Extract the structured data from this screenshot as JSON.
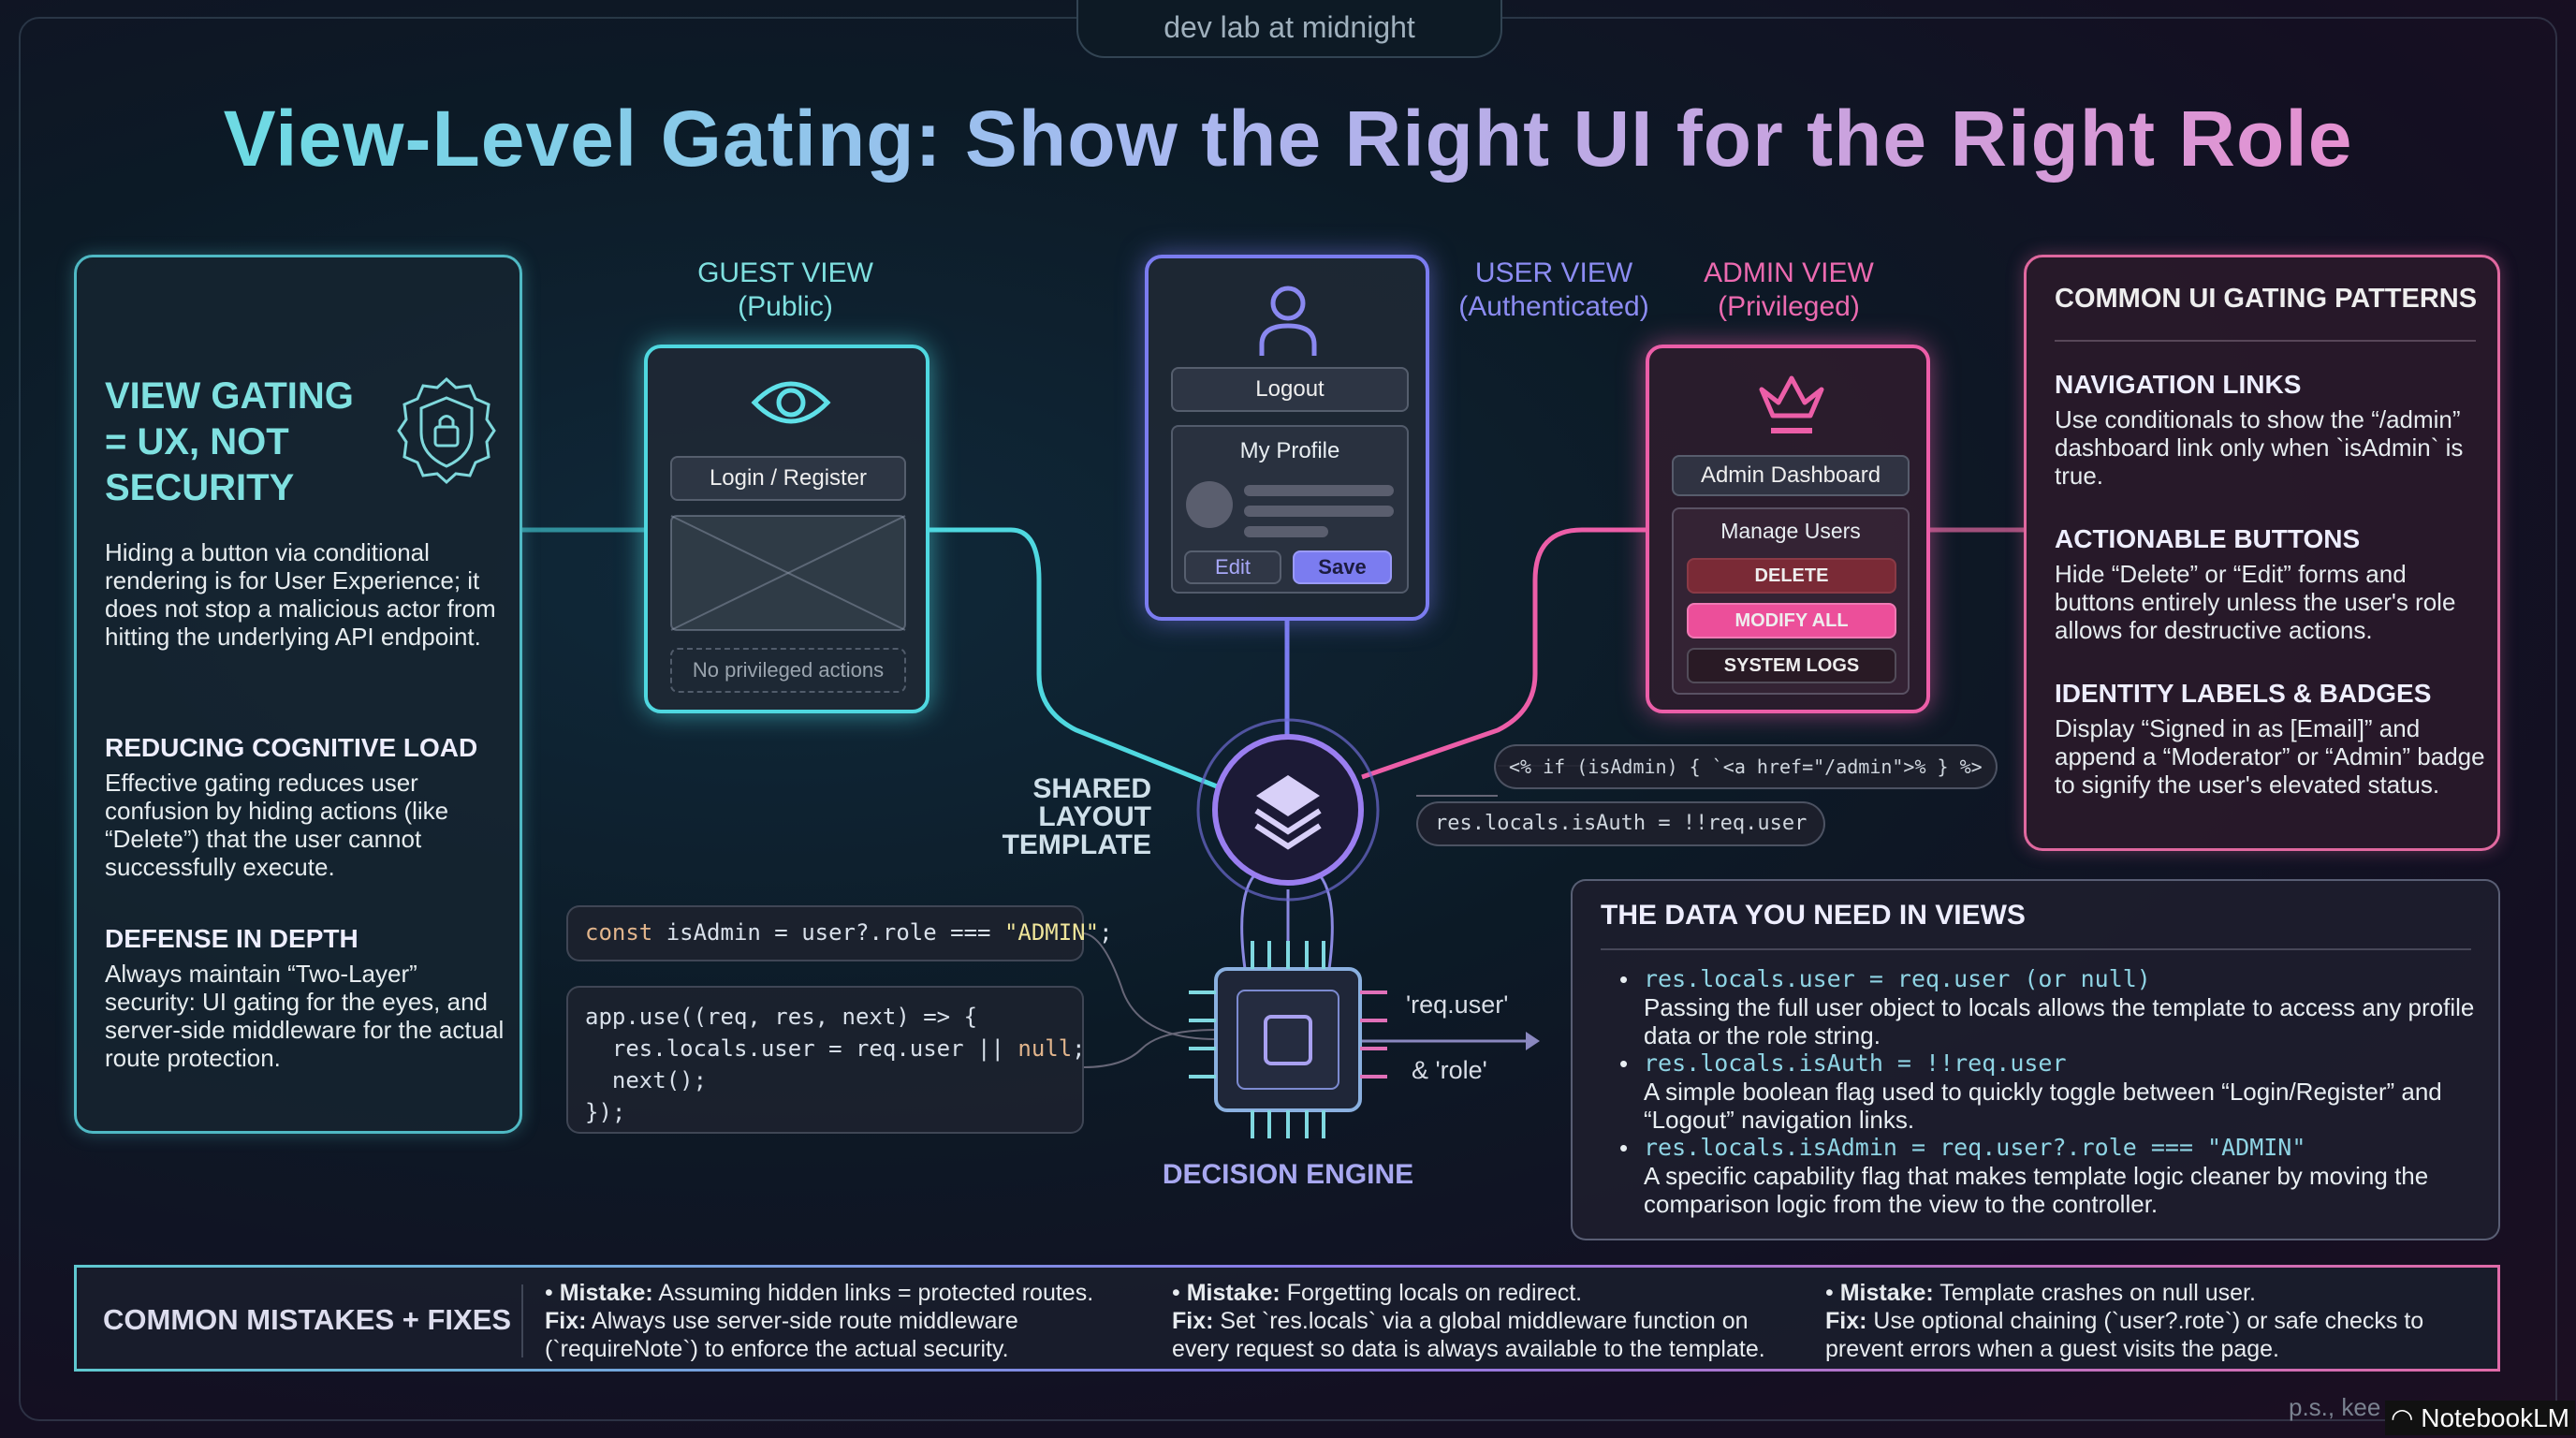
{
  "header": {
    "tab": "dev lab at midnight",
    "title": "View-Level Gating: Show the Right UI for the Right Role"
  },
  "left_panel": {
    "heading": "VIEW GATING = UX, NOT SECURITY",
    "intro": "Hiding a button via conditional rendering is for User Experience; it does not stop a malicious actor from hitting the underlying API endpoint.",
    "sections": [
      {
        "title": "REDUCING COGNITIVE LOAD",
        "body": "Effective gating reduces user confusion by hiding actions (like “Delete”) that the user cannot successfully execute."
      },
      {
        "title": "DEFENSE IN DEPTH",
        "body": "Always maintain “Two-Layer” security: UI gating for the eyes, and server-side middleware for the actual route protection."
      }
    ]
  },
  "views": {
    "guest": {
      "title": "GUEST VIEW",
      "subtitle": "(Public)",
      "login": "Login / Register",
      "note": "No privileged actions",
      "color": "#4fd8e0"
    },
    "user": {
      "title": "USER VIEW",
      "subtitle": "(Authenticated)",
      "logout": "Logout",
      "profile": "My Profile",
      "edit": "Edit",
      "save": "Save",
      "color": "#7b7cf0"
    },
    "admin": {
      "title": "ADMIN VIEW",
      "subtitle": "(Privileged)",
      "dashboard": "Admin Dashboard",
      "manage": "Manage Users",
      "delete": "DELETE",
      "modify": "MODIFY ALL",
      "logs": "SYSTEM LOGS",
      "color": "#ec5ea8"
    }
  },
  "center": {
    "shared_label": "SHARED LAYOUT TEMPLATE",
    "engine_label": "DECISION ENGINE",
    "pill_admin": "<% if (isAdmin) { `<a href=\"/admin\">% } %>",
    "pill_auth": "res.locals.isAuth = !!req.user",
    "code_const": {
      "kw": "const",
      "rest": " isAdmin = user?.role === ",
      "str": "\"ADMIN\"",
      "end": ";"
    },
    "code_app": {
      "l1": "app.use((req, res, next) => {",
      "l2a": "  res.locals.user = req.user || ",
      "l2b": "null",
      "l2c": ";",
      "l3": "  next();",
      "l4": "});"
    },
    "req_user": "'req.user'",
    "role": "& 'role'"
  },
  "right_panel": {
    "title": "COMMON UI GATING PATTERNS",
    "sections": [
      {
        "title": "NAVIGATION LINKS",
        "body": "Use conditionals to show the “/admin” dashboard link only when `isAdmin` is true."
      },
      {
        "title": "ACTIONABLE BUTTONS",
        "body": "Hide “Delete” or “Edit” forms and buttons entirely unless the user's role allows for destructive actions."
      },
      {
        "title": "IDENTITY LABELS & BADGES",
        "body": "Display “Signed in as [Email]” and append a “Moderator” or “Admin” badge to signify the user's elevated status."
      }
    ]
  },
  "data_panel": {
    "title": "THE DATA YOU NEED IN VIEWS",
    "items": [
      {
        "code": "res.locals.user = req.user (or null)",
        "desc": "Passing the full user object to locals allows the template to access any profile data or the role string."
      },
      {
        "code": "res.locals.isAuth = !!req.user",
        "desc": "A simple boolean flag used to quickly toggle between “Login/Register” and “Logout” navigation links."
      },
      {
        "code": "res.locals.isAdmin = req.user?.role === \"ADMIN\"",
        "desc": "A specific capability flag that makes template logic cleaner by moving the comparison logic from the view to the controller."
      }
    ]
  },
  "mistakes": {
    "label": "COMMON MISTAKES + FIXES",
    "mistake_word": "Mistake:",
    "fix_word": "Fix:",
    "items": [
      {
        "mistake": " Assuming hidden links = protected routes.",
        "fix": " Always use server-side route middleware (`requireNote`) to enforce the actual security."
      },
      {
        "mistake": " Forgetting locals on redirect.",
        "fix": " Set `res.locals` via a global middleware function on every request so data is always available to the template."
      },
      {
        "mistake": " Template crashes on null user.",
        "fix": " Use optional chaining (`user?.rote`) or safe checks to prevent errors when a guest visits the page."
      }
    ]
  },
  "footer": {
    "ps": "p.s., kee",
    "brand": "NotebookLM"
  }
}
